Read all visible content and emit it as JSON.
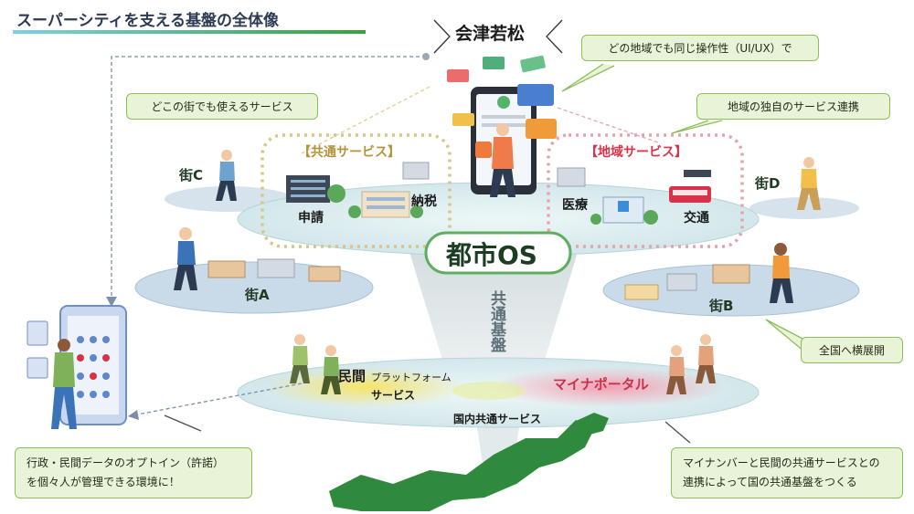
{
  "title": "スーパーシティを支える基盤の全体像",
  "center_city": "会津若松",
  "os_label": "都市OS",
  "kyotsu_kiban": "共通基盤",
  "common_services": {
    "heading": "【共通サービス】",
    "items": [
      "申請",
      "納税"
    ]
  },
  "regional_services": {
    "heading": "【地域サービス】",
    "items": [
      "医療",
      "交通"
    ]
  },
  "towns": [
    "街A",
    "街B",
    "街C",
    "街D"
  ],
  "national": {
    "layer_label": "国内共通サービス",
    "private_platform": {
      "title": "民間",
      "sub1": "プラットフォーム",
      "sub2": "サービス"
    },
    "mynaportal": "マイナポータル"
  },
  "callouts": {
    "any_town": "どこの街でも使えるサービス",
    "same_ux": "どの地域でも同じ操作性（UI/UX）で",
    "regional_unique": "地域の独自のサービス連携",
    "nationwide": "全国へ横展開",
    "optin": [
      "行政・民間データのオプトイン（許諾）",
      "を個々人が管理できる環境に！"
    ],
    "mynumber": [
      "マイナンバーと民間の共通サービスとの",
      "連携によって国の共通基盤をつくる"
    ]
  },
  "colors": {
    "title_rule": "#3aa03a",
    "callout_fill": "#e9f3d8",
    "callout_border": "#8cbf5a",
    "disc": "#d9ecee",
    "common_border": "#d9c489",
    "regional_border": "#e5a3ab",
    "regional_text": "#d8324a",
    "common_text": "#b3923a",
    "mynaportal": "#c8334a"
  }
}
